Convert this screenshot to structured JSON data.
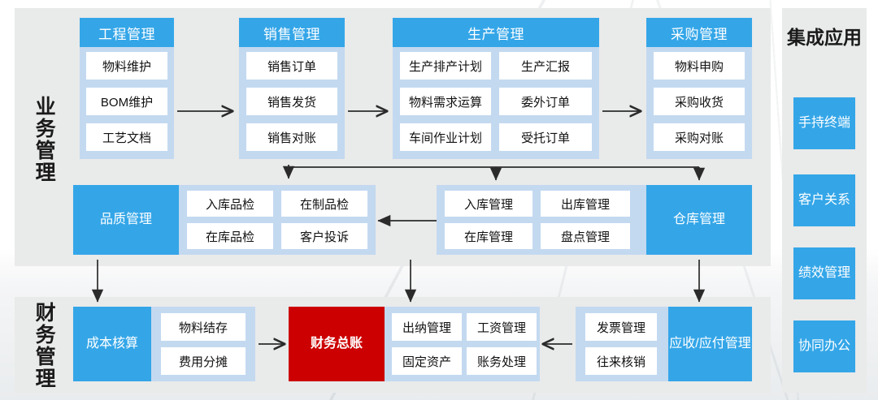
{
  "diagram": {
    "sections": [
      {
        "id": "business",
        "label": "业务管理"
      },
      {
        "id": "finance",
        "label": "财务管理"
      }
    ],
    "colors": {
      "header_blue": "#34a6e8",
      "body_light_blue": "#c3d9f0",
      "panel_grey": "#e9eaea",
      "cell_white": "#ffffff",
      "ledger_red": "#cc0000",
      "text_dark": "#111111"
    }
  },
  "business_row1": [
    {
      "title": "工程管理",
      "items": [
        "物料维护",
        "BOM维护",
        "工艺文档"
      ]
    },
    {
      "title": "销售管理",
      "items": [
        "销售订单",
        "销售发货",
        "销售对账"
      ]
    },
    {
      "title": "生产管理",
      "items": [
        "生产排产计划",
        "生产汇报",
        "物料需求运算",
        "委外订单",
        "车间作业计划",
        "受托订单"
      ]
    },
    {
      "title": "采购管理",
      "items": [
        "物料申购",
        "采购收货",
        "采购对账"
      ]
    }
  ],
  "business_row2": [
    {
      "title": "品质管理",
      "title_side": "left",
      "items": [
        "入库品检",
        "在制品检",
        "在库品检",
        "客户投诉"
      ]
    },
    {
      "title": "仓库管理",
      "title_side": "right",
      "items": [
        "入库管理",
        "出库管理",
        "在库管理",
        "盘点管理"
      ]
    }
  ],
  "finance_row": [
    {
      "title": "成本核算",
      "title_side": "left",
      "style": "blue",
      "items": [
        "物料结存",
        "费用分摊"
      ]
    },
    {
      "title": "财务总账",
      "title_side": "left",
      "style": "red",
      "items": [
        "出纳管理",
        "工资管理",
        "固定资产",
        "账务处理"
      ]
    },
    {
      "title": "应收/应付管理",
      "title_side": "right",
      "style": "blue",
      "items": [
        "发票管理",
        "往来核销"
      ]
    }
  ],
  "right_rail": {
    "title": "集成应用",
    "items": [
      "手持终端",
      "客户关系",
      "绩效管理",
      "协同办公"
    ]
  }
}
